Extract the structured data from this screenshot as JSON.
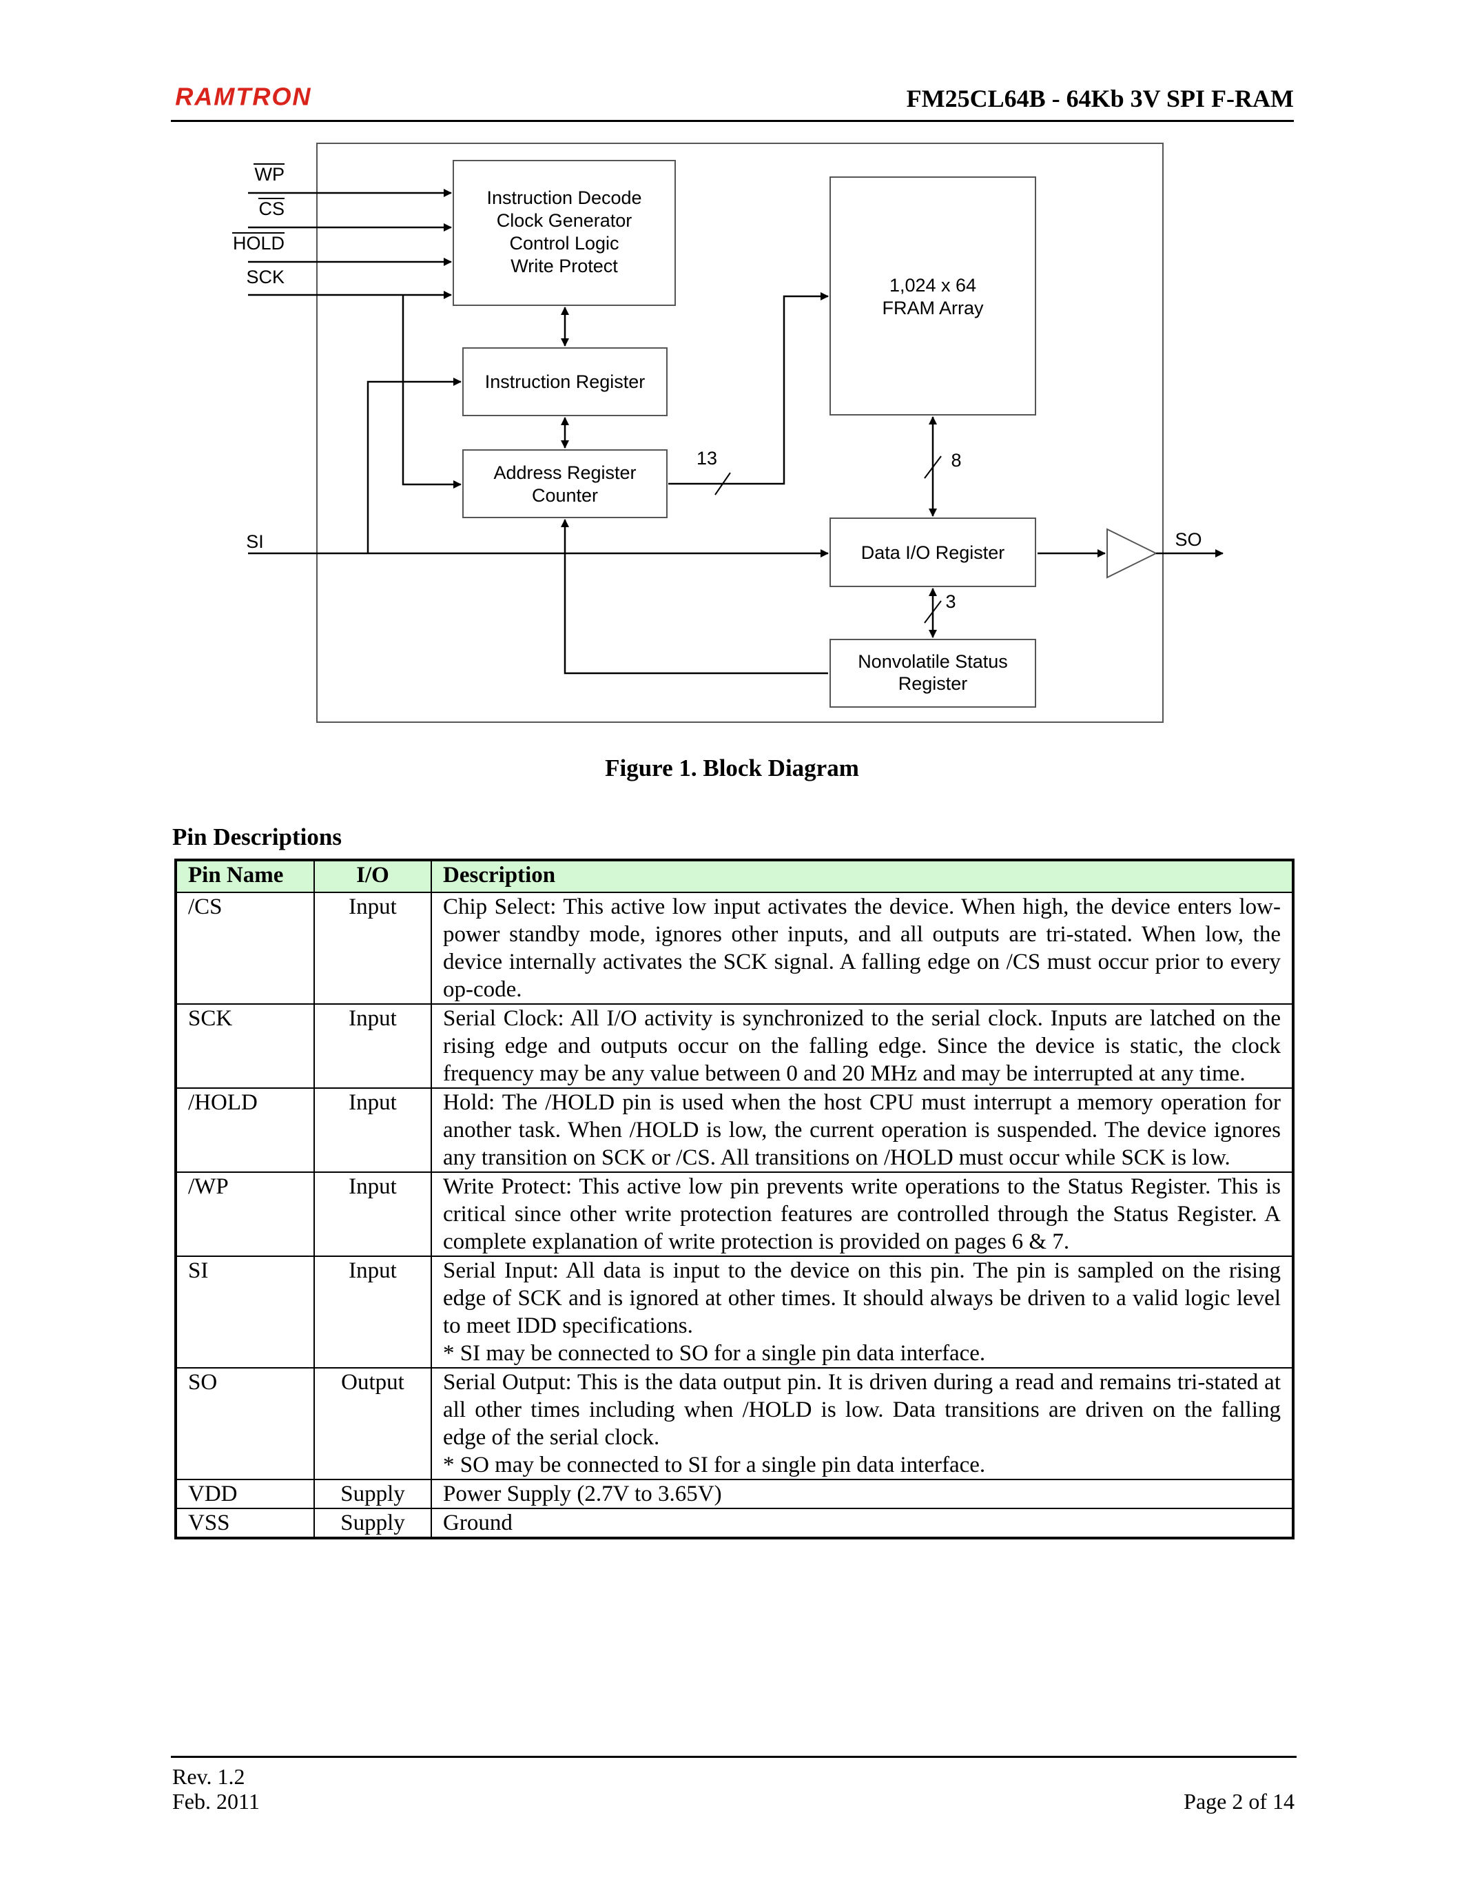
{
  "header": {
    "logo_text": "RAMTRON",
    "doc_title": "FM25CL64B - 64Kb 3V SPI F-RAM"
  },
  "diagram": {
    "inputs": [
      "WP",
      "CS",
      "HOLD",
      "SCK"
    ],
    "si_label": "SI",
    "so_label": "SO",
    "blocks": {
      "control": [
        "Instruction Decode",
        "Clock Generator",
        "Control Logic",
        "Write Protect"
      ],
      "instruction_register": "Instruction Register",
      "address_register": [
        "Address Register",
        "Counter"
      ],
      "fram_array": [
        "1,024 x 64",
        "FRAM Array"
      ],
      "data_io": "Data I/O Register",
      "status_register": [
        "Nonvolatile Status",
        "Register"
      ]
    },
    "bus_widths": {
      "address": "13",
      "data": "8",
      "status": "3"
    }
  },
  "figure_caption": "Figure 1.  Block Diagram",
  "pin_section_title": "Pin Descriptions",
  "pin_table": {
    "headers": [
      "Pin Name",
      "I/O",
      "Description"
    ],
    "rows": [
      {
        "pin": "/CS",
        "io": "Input",
        "desc": [
          "Chip Select:  This active low input activates the device. When high, the device enters low-power standby mode, ignores other inputs, and all outputs are tri-stated. When low, the device internally activates the SCK signal. A falling edge on /CS must occur prior to every op-code."
        ]
      },
      {
        "pin": "SCK",
        "io": "Input",
        "desc": [
          "Serial Clock: All I/O activity is synchronized to the serial clock. Inputs are latched on the rising edge and outputs occur on the falling edge. Since the device is static, the clock frequency may be any value between 0 and 20 MHz and may be interrupted at any time."
        ]
      },
      {
        "pin": "/HOLD",
        "io": "Input",
        "desc": [
          "Hold: The /HOLD pin is used when the host CPU must interrupt a memory operation for another task. When /HOLD is low, the current operation is suspended. The device ignores any transition on SCK or /CS. All transitions on /HOLD must occur while SCK is low."
        ]
      },
      {
        "pin": "/WP",
        "io": "Input",
        "desc": [
          "Write Protect:  This active low pin prevents write operations to the Status Register. This is critical since other write protection features are controlled through the Status Register. A complete explanation of write protection is provided on pages 6 & 7."
        ]
      },
      {
        "pin": "SI",
        "io": "Input",
        "desc": [
          "Serial Input:  All data is input to the device on this pin. The pin is sampled on the rising edge of SCK and is ignored at other times. It should always be driven to a valid logic level to meet IDD specifications.",
          "* SI may be connected to SO for a single pin data interface."
        ]
      },
      {
        "pin": "SO",
        "io": "Output",
        "desc": [
          "Serial Output:  This is the data output pin. It is driven during a read and remains tri-stated at all other times including when /HOLD is low. Data transitions are driven on the falling edge of the serial clock.",
          "* SO may be connected to SI for a single pin data interface."
        ]
      },
      {
        "pin": "VDD",
        "io": "Supply",
        "desc": [
          "Power Supply (2.7V to 3.65V)"
        ]
      },
      {
        "pin": "VSS",
        "io": "Supply",
        "desc": [
          "Ground"
        ]
      }
    ]
  },
  "footer": {
    "rev": "Rev. 1.2",
    "date": "Feb. 2011",
    "page": "Page 2 of 14"
  },
  "colors": {
    "logo_red": "#d9241c",
    "table_header_bg": "#d4f7d4"
  }
}
